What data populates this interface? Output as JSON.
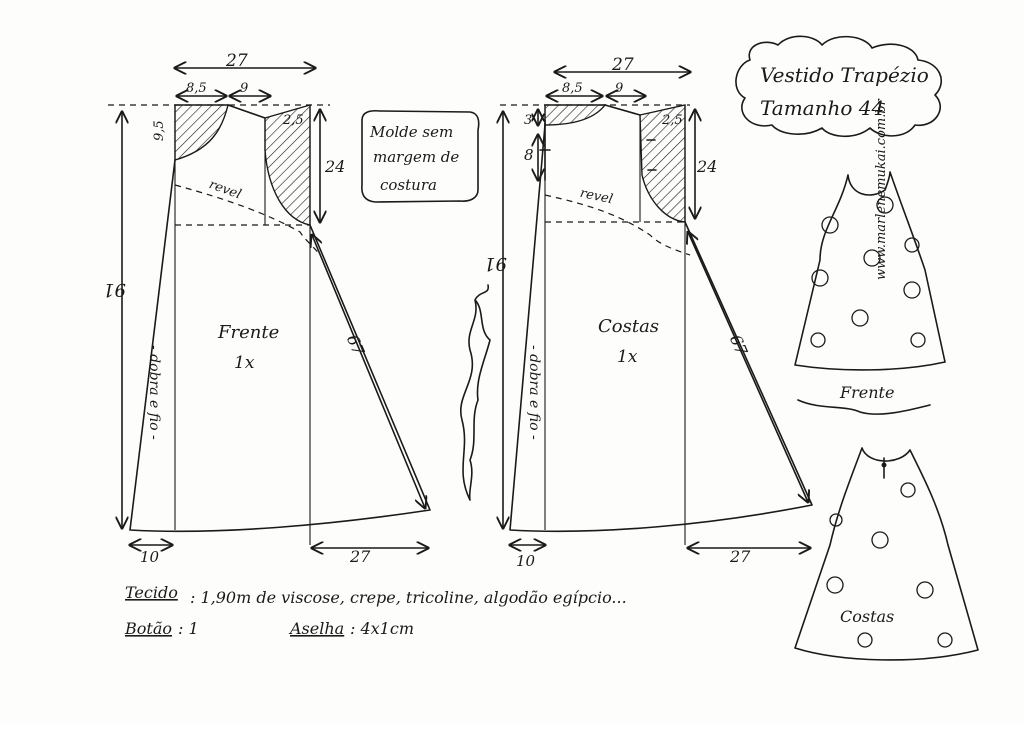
{
  "title": {
    "line1": "Vestido Trapézio",
    "line2": "Tamanho 44"
  },
  "note": {
    "line1": "Molde sem",
    "line2": "margem de",
    "line3": "costura"
  },
  "front_piece": {
    "name": "Frente",
    "count": "1x",
    "top_width": "27",
    "neck_width": "8,5",
    "shoulder_width": "9",
    "shoulder_drop": "2,5",
    "neck_depth": "9,5",
    "armhole_depth": "24",
    "length": "91",
    "side_length": "67",
    "hem_left": "10",
    "hem_right": "27",
    "fold_label": "- dobra e fio -",
    "facing_label": "revel"
  },
  "back_piece": {
    "name": "Costas",
    "count": "1x",
    "top_width": "27",
    "neck_width": "8,5",
    "shoulder_width": "9",
    "shoulder_drop": "2,5",
    "neck_depth": "3",
    "placket_depth": "8",
    "armhole_depth": "24",
    "length": "91",
    "side_length": "67",
    "hem_left": "10",
    "hem_right": "27",
    "fold_label": "- dobra e fio -",
    "facing_label": "revel"
  },
  "illustrations": {
    "website": "www.marlenemukai.com.br",
    "front_label": "Frente",
    "back_label": "Costas"
  },
  "materials": {
    "fabric_label": "Tecido",
    "fabric_value": ": 1,90m de viscose, crepe, tricoline, algodão egípcio...",
    "button_label": "Botão",
    "button_value": ": 1",
    "loop_label": "Aselha",
    "loop_value": ": 4x1cm"
  }
}
